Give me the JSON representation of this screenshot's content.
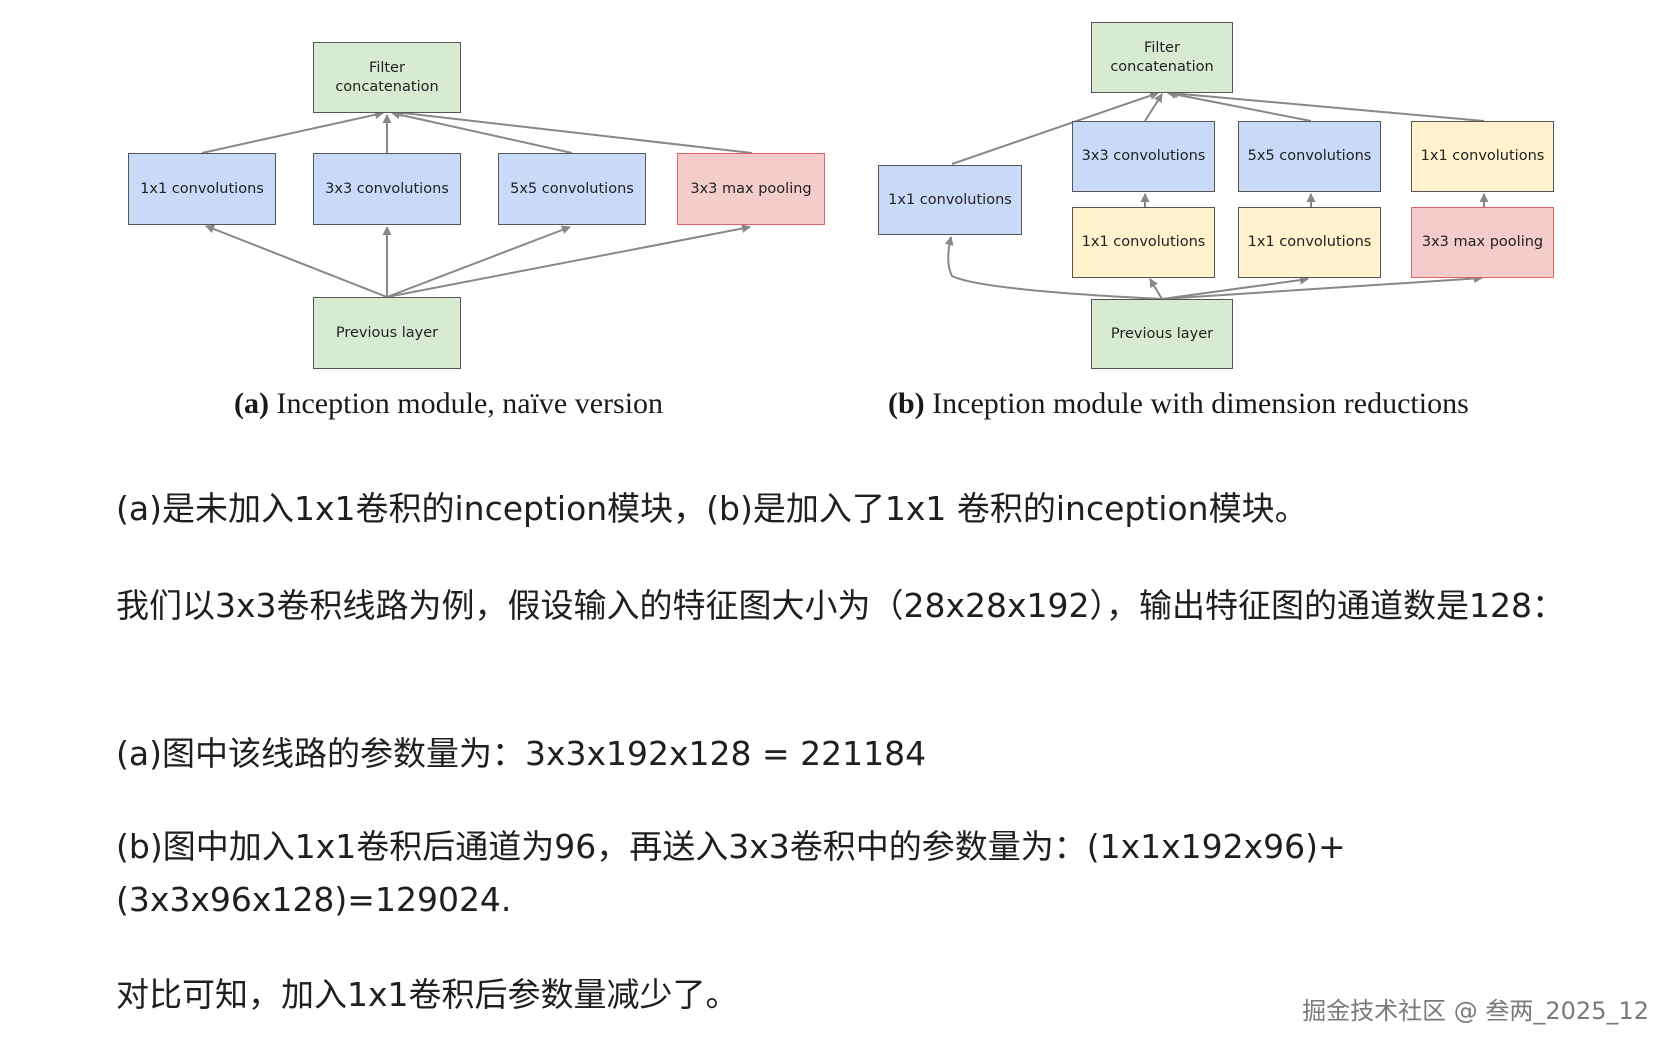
{
  "diagram_a": {
    "concat": "Filter\nconcatenation",
    "conv1": "1x1 convolutions",
    "conv3": "3x3 convolutions",
    "conv5": "5x5 convolutions",
    "pool": "3x3 max pooling",
    "prev": "Previous layer",
    "caption_label": "(a)",
    "caption_text": "Inception module, naïve version"
  },
  "diagram_b": {
    "concat": "Filter\nconcatenation",
    "conv1": "1x1 convolutions",
    "conv3": "3x3 convolutions",
    "conv5": "5x5 convolutions",
    "conv1_after_pool": "1x1 convolutions",
    "reduce3": "1x1 convolutions",
    "reduce5": "1x1 convolutions",
    "pool": "3x3 max pooling",
    "prev": "Previous layer",
    "caption_label": "(b)",
    "caption_text": "Inception module with dimension reductions"
  },
  "paragraphs": {
    "p1": "(a)是未加入1x1卷积的inception模块，(b)是加入了1x1 卷积的inception模块。",
    "p2": "我们以3x3卷积线路为例，假设输入的特征图大小为（28x28x192），输出特征图的通道数是128：",
    "p3": "(a)图中该线路的参数量为：3x3x192x128 = 221184",
    "p4": "(b)图中加入1x1卷积后通道为96，再送入3x3卷积中的参数量为：(1x1x192x96)+(3x3x96x128)=129024.",
    "p5": "对比可知，加入1x1卷积后参数量减少了。"
  },
  "watermark": "掘金技术社区 @ 叁两_2025_12",
  "colors": {
    "green": "#d9ead3",
    "blue": "#c9daf8",
    "yellow": "#fff2cc",
    "pink": "#f4cccc",
    "arrow": "#888888"
  }
}
